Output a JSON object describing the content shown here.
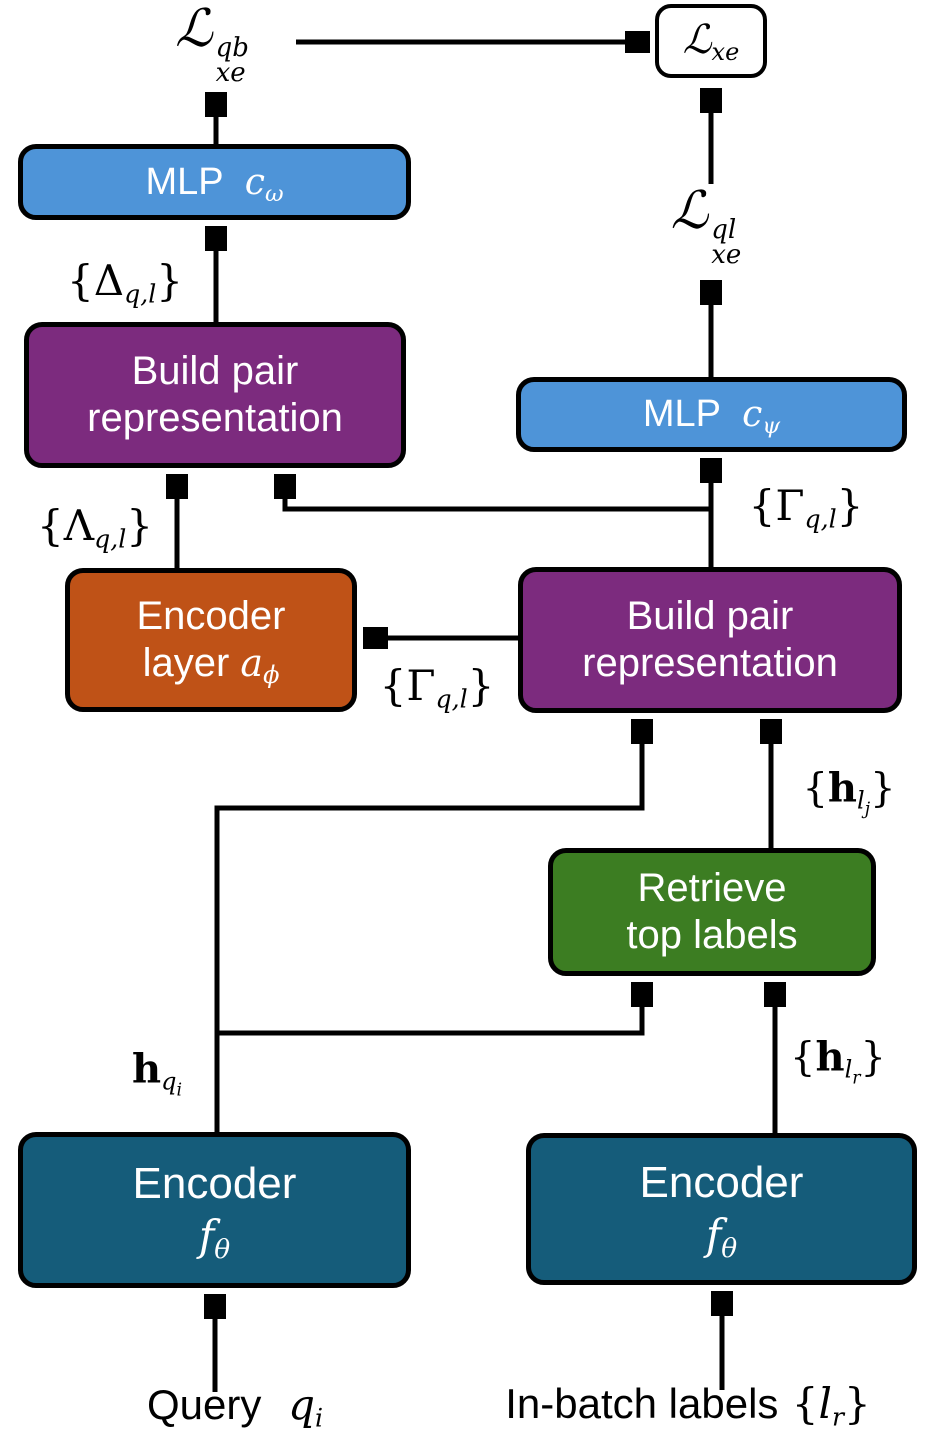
{
  "figure": {
    "type": "model-architecture-diagram",
    "colors": {
      "mlp_blue": "#4E94D8",
      "pair_purple": "#7C2B7E",
      "encoder_layer_orange": "#BF5217",
      "retrieve_green": "#3C7D22",
      "encoder_teal": "#155C7A",
      "wire_black": "#000000",
      "loss_box_bg": "#ffffff"
    }
  },
  "nodes": {
    "loss_xe": {
      "base": "ℒ",
      "sub": "xe"
    },
    "mlp_omega": {
      "text": "MLP",
      "var": "c",
      "var_sub": "ω"
    },
    "pair_top": {
      "line1": "Build pair",
      "line2": "representation"
    },
    "enc_layer": {
      "line1": "Encoder",
      "line2": "layer",
      "var": "a",
      "var_sub": "ϕ"
    },
    "mlp_psi": {
      "text": "MLP",
      "var": "c",
      "var_sub": "ψ"
    },
    "pair_bottom": {
      "line1": "Build pair",
      "line2": "representation"
    },
    "retrieve": {
      "line1": "Retrieve",
      "line2": "top labels"
    },
    "enc_query": {
      "line1": "Encoder",
      "var": "f",
      "var_sub": "θ"
    },
    "enc_labels": {
      "line1": "Encoder",
      "var": "f",
      "var_sub": "θ"
    }
  },
  "labels": {
    "loss_qb": {
      "base": "ℒ",
      "sup": "qb",
      "sub": "xe"
    },
    "loss_ql": {
      "base": "ℒ",
      "sup": "ql",
      "sub": "xe"
    },
    "delta_set": {
      "pre": "{",
      "base": "Δ",
      "sub": "q,l",
      "post": "}"
    },
    "lambda_set": {
      "pre": "{",
      "base": "Λ",
      "sub": "q,l",
      "post": "}"
    },
    "gamma_set_left": {
      "pre": "{",
      "base": "Γ",
      "sub": "q,l",
      "post": "}"
    },
    "gamma_set_right": {
      "pre": "{",
      "base": "Γ",
      "sub": "q,l",
      "post": "}"
    },
    "h_lj": {
      "pre": "{",
      "base": "h",
      "sub": "l",
      "subsub": "j",
      "post": "}"
    },
    "h_qi": {
      "base": "h",
      "sub": "q",
      "subsub": "i"
    },
    "h_lr": {
      "pre": "{",
      "base": "h",
      "sub": "l",
      "subsub": "r",
      "post": "}"
    },
    "query_input": {
      "text": "Query",
      "var": "q",
      "var_sub": "i"
    },
    "inbatch_input": {
      "text": "In-batch labels",
      "pre": "{",
      "var": "l",
      "var_sub": "r",
      "post": "}"
    }
  }
}
